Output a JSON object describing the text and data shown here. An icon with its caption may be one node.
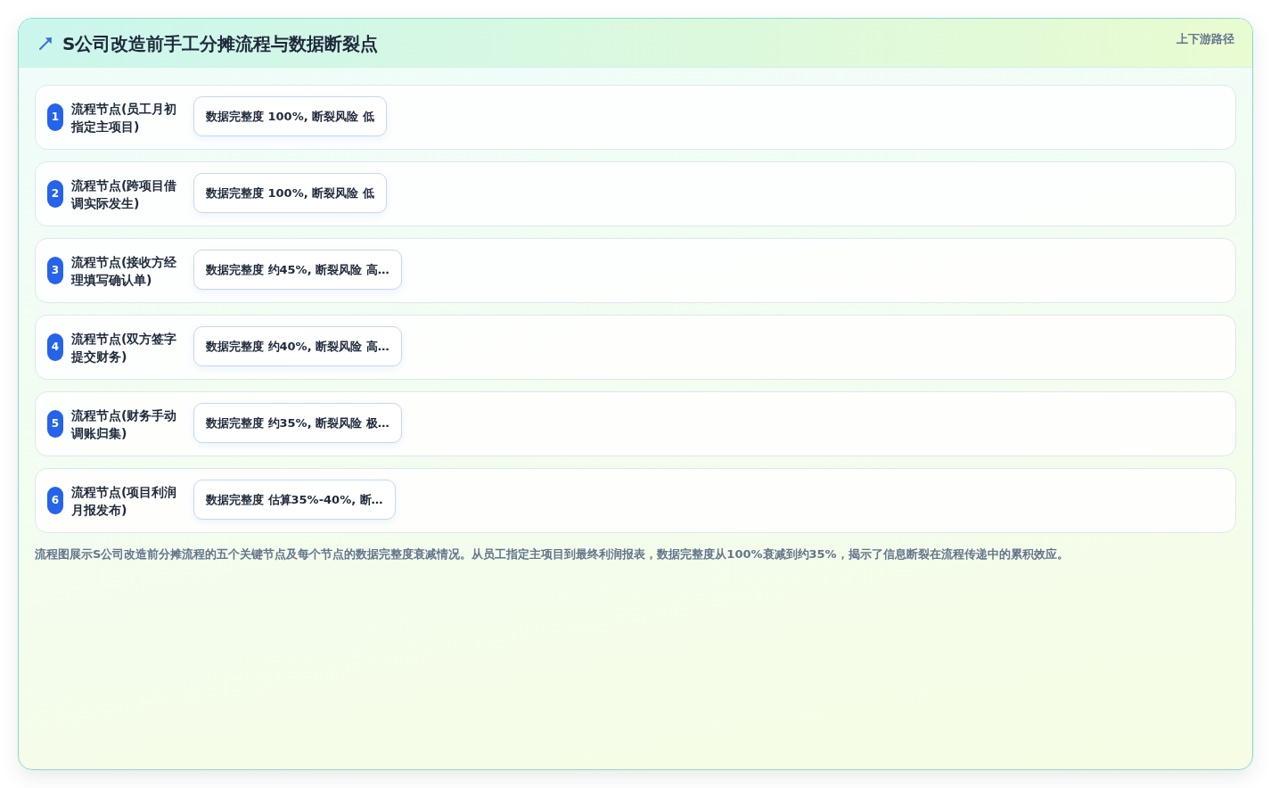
{
  "diagram": {
    "title": "S公司改造前手工分摊流程与数据断裂点",
    "caption": "流程图展示S公司改造前分摊流程的五个关键节点及每个节点的数据完整度衰减情况。从员工指定主项目到最终利润报表，数据完整度从100%衰减到约35%，揭示了信息断裂在流程传递中的累积效应。",
    "nodes": [
      {
        "text": [
          "流程节点(员工月初指定主项目)"
        ]
      },
      {
        "text": [
          "1"
        ],
        "in": 0
      },
      {
        "text": [
          "数据完整度 100%, 断裂风险 低"
        ],
        "in": 0
      },
      {
        "text": [
          "流程节点(跨项目借调实际发生)"
        ]
      },
      {
        "text": [
          "2"
        ],
        "in": 3
      },
      {
        "text": [
          "数据完整度 100%, 断裂风险 低"
        ],
        "in": 3
      },
      {
        "text": [
          "流程节点(接收方经理填写确认单)"
        ]
      },
      {
        "text": [
          "3"
        ],
        "in": 6
      },
      {
        "text": [
          "数据完整度 约45%, 断裂风险 高…"
        ],
        "in": 6
      },
      {
        "text": [
          "流程节点(双方签字提交财务)"
        ]
      },
      {
        "text": [
          "4"
        ],
        "in": 9
      },
      {
        "text": [
          "数据完整度 约40%, 断裂风险 高…"
        ],
        "in": 9
      },
      {
        "text": [
          "流程节点(财务手动调账归集)"
        ]
      },
      {
        "text": [
          "5"
        ],
        "in": 12
      },
      {
        "text": [
          "数据完整度 约35%, 断裂风险 极…"
        ],
        "in": 12
      },
      {
        "text": [
          "流程节点(项目利润月报发布)"
        ]
      },
      {
        "text": [
          "6"
        ],
        "in": 15
      },
      {
        "text": [
          "数据完整度 估算35%-40%, 断…"
        ],
        "in": 15
      }
    ],
    "labels": [
      "上下游路径"
    ]
  }
}
